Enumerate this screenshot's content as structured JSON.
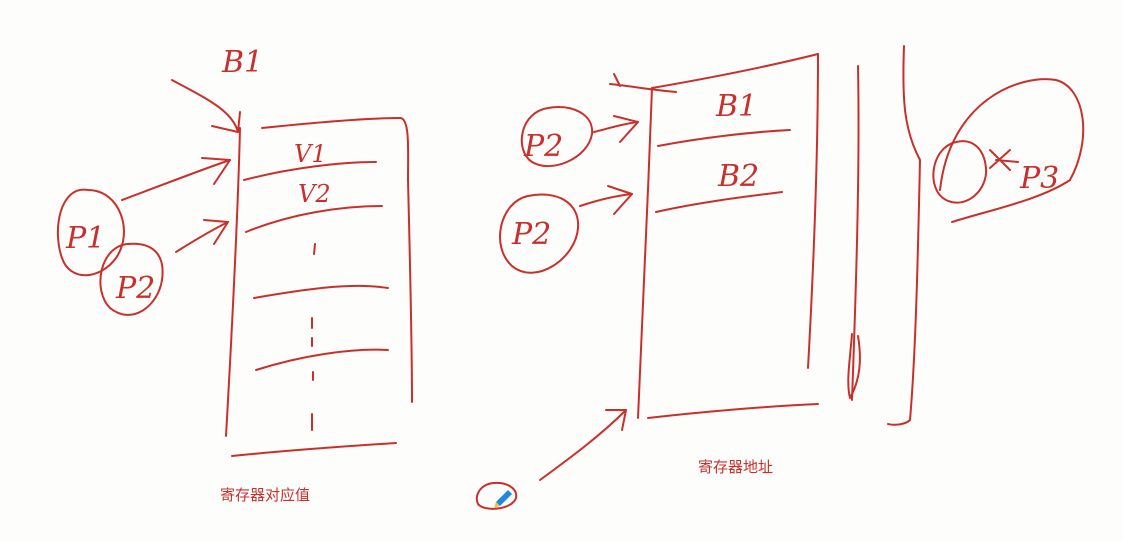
{
  "colors": {
    "ink": "#c9302c",
    "cursor_blue": "#1e88e5",
    "cursor_tip": "#f6c232"
  },
  "left_diagram": {
    "top_label": "B1",
    "pointer_labels": [
      "P1",
      "P2"
    ],
    "cell_labels": [
      "V1",
      "V2"
    ],
    "caption": "寄存器对应值"
  },
  "right_diagram": {
    "pointer_labels": [
      "P2",
      "P2"
    ],
    "cell_labels": [
      "B1",
      "B2"
    ],
    "caption": "寄存器地址"
  },
  "far_right": {
    "pointer_label": "P3"
  },
  "cursor": {
    "icon": "pen-icon"
  }
}
